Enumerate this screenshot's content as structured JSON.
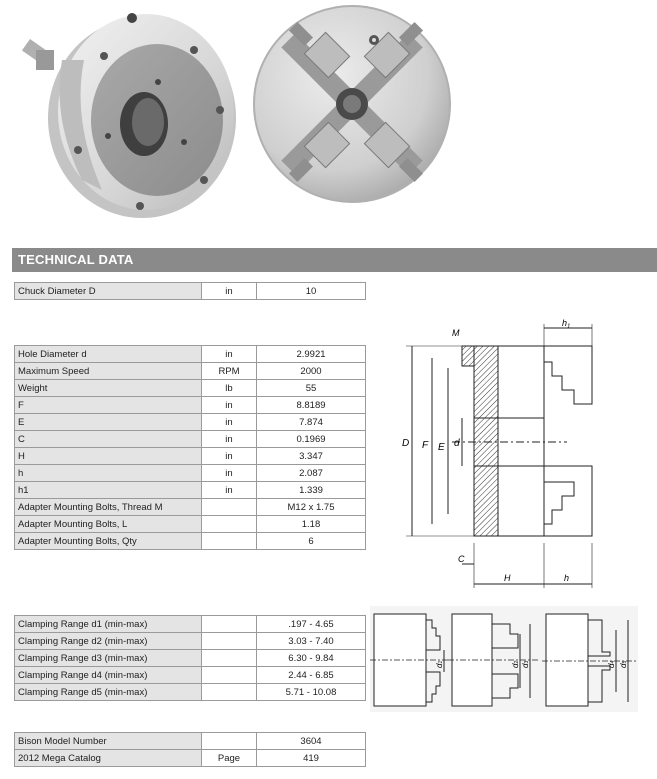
{
  "header": {
    "title": "TECHNICAL DATA"
  },
  "chuck_diameter": {
    "label": "Chuck Diameter D",
    "unit": "in",
    "value": "10"
  },
  "specs": [
    {
      "label": "Hole Diameter d",
      "unit": "in",
      "value": "2.9921"
    },
    {
      "label": "Maximum Speed",
      "unit": "RPM",
      "value": "2000"
    },
    {
      "label": "Weight",
      "unit": "lb",
      "value": "55"
    },
    {
      "label": "F",
      "unit": "in",
      "value": "8.8189"
    },
    {
      "label": "E",
      "unit": "in",
      "value": "7.874"
    },
    {
      "label": "C",
      "unit": "in",
      "value": "0.1969"
    },
    {
      "label": "H",
      "unit": "in",
      "value": "3.347"
    },
    {
      "label": "h",
      "unit": "in",
      "value": "2.087"
    },
    {
      "label": "h1",
      "unit": "in",
      "value": "1.339"
    },
    {
      "label": "Adapter Mounting Bolts, Thread M",
      "unit": "",
      "value": "M12 x 1.75"
    },
    {
      "label": "Adapter Mounting Bolts, L",
      "unit": "",
      "value": "1.18"
    },
    {
      "label": "Adapter Mounting Bolts, Qty",
      "unit": "",
      "value": "6"
    }
  ],
  "clamping": [
    {
      "label": "Clamping Range d1 (min-max)",
      "unit": "",
      "value": ".197 - 4.65"
    },
    {
      "label": "Clamping Range d2 (min-max)",
      "unit": "",
      "value": "3.03 - 7.40"
    },
    {
      "label": "Clamping Range d3 (min-max)",
      "unit": "",
      "value": "6.30 - 9.84"
    },
    {
      "label": "Clamping Range d4 (min-max)",
      "unit": "",
      "value": "2.44 - 6.85"
    },
    {
      "label": "Clamping Range d5 (min-max)",
      "unit": "",
      "value": "5.71 - 10.08"
    }
  ],
  "catalog": [
    {
      "label": "Bison Model Number",
      "unit": "",
      "value": "3604"
    },
    {
      "label": "2012 Mega Catalog",
      "unit": "Page",
      "value": "419"
    }
  ],
  "drawing_labels": {
    "M": "M",
    "h1": "h",
    "h1_sub": "1",
    "D": "D",
    "F": "F",
    "E": "E",
    "d": "d",
    "C": "C",
    "H": "H",
    "h": "h"
  },
  "jaw_labels": {
    "d1": "d",
    "d1_sub": "1",
    "d2": "d",
    "d2_sub": "2",
    "d3": "d",
    "d3_sub": "3",
    "d4": "d",
    "d4_sub": "4",
    "d5": "d",
    "d5_sub": "5"
  }
}
